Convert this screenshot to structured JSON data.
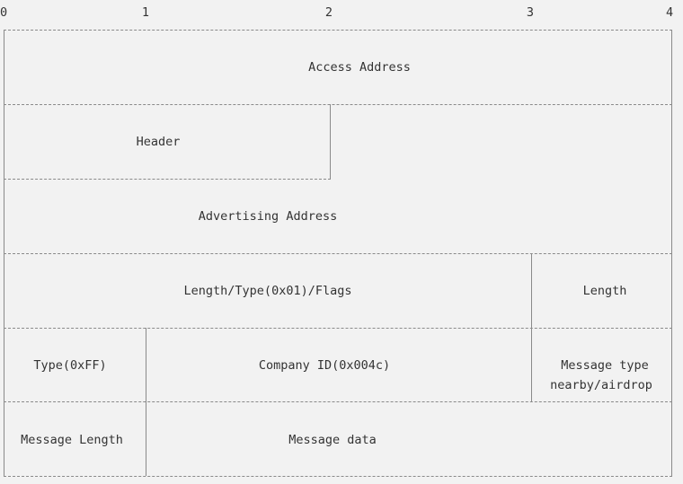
{
  "axis": [
    "0",
    "1",
    "2",
    "3",
    "4"
  ],
  "fields": {
    "access_address": "Access Address",
    "header": "Header",
    "advertising_address": "Advertising Address",
    "length_type_flags": "Length/Type(0x01)/Flags",
    "length": "Length",
    "type_ff": "Type(0xFF)",
    "company_id": "Company ID(0x004c)",
    "message_type": "Message type",
    "message_type_sub": "nearby/airdrop",
    "message_length": "Message Length",
    "message_data": "Message data"
  }
}
